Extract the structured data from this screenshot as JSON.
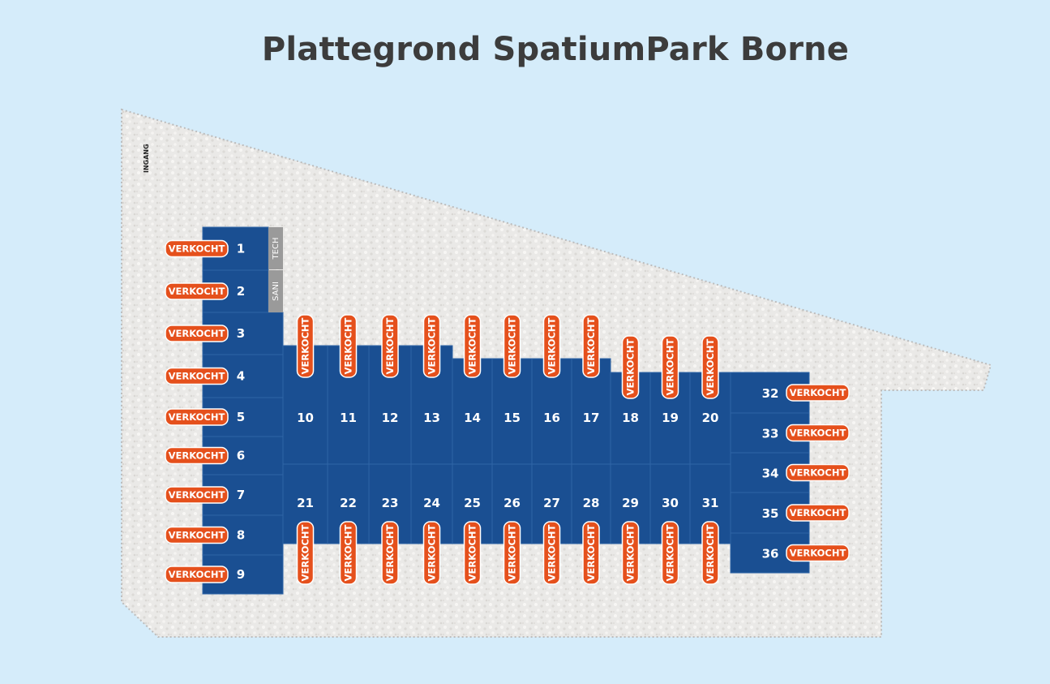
{
  "title": "Plattegrond SpatiumPark Borne",
  "entrance_label": "INGANG",
  "rooms": {
    "tech": "TECH",
    "sani": "SANI"
  },
  "status_label": "VERKOCHT",
  "colors": {
    "background": "#d5ecfa",
    "terrain": "#e9e8e6",
    "unit": "#1a4f92",
    "unit_border": "#2f64a6",
    "badge": "#e5501c",
    "room": "#9a9a9a"
  },
  "units": [
    {
      "number": "1",
      "status": "VERKOCHT"
    },
    {
      "number": "2",
      "status": "VERKOCHT"
    },
    {
      "number": "3",
      "status": "VERKOCHT"
    },
    {
      "number": "4",
      "status": "VERKOCHT"
    },
    {
      "number": "5",
      "status": "VERKOCHT"
    },
    {
      "number": "6",
      "status": "VERKOCHT"
    },
    {
      "number": "7",
      "status": "VERKOCHT"
    },
    {
      "number": "8",
      "status": "VERKOCHT"
    },
    {
      "number": "9",
      "status": "VERKOCHT"
    },
    {
      "number": "10",
      "status": "VERKOCHT"
    },
    {
      "number": "11",
      "status": "VERKOCHT"
    },
    {
      "number": "12",
      "status": "VERKOCHT"
    },
    {
      "number": "13",
      "status": "VERKOCHT"
    },
    {
      "number": "14",
      "status": "VERKOCHT"
    },
    {
      "number": "15",
      "status": "VERKOCHT"
    },
    {
      "number": "16",
      "status": "VERKOCHT"
    },
    {
      "number": "17",
      "status": "VERKOCHT"
    },
    {
      "number": "18",
      "status": "VERKOCHT"
    },
    {
      "number": "19",
      "status": "VERKOCHT"
    },
    {
      "number": "20",
      "status": "VERKOCHT"
    },
    {
      "number": "21",
      "status": "VERKOCHT"
    },
    {
      "number": "22",
      "status": "VERKOCHT"
    },
    {
      "number": "23",
      "status": "VERKOCHT"
    },
    {
      "number": "24",
      "status": "VERKOCHT"
    },
    {
      "number": "25",
      "status": "VERKOCHT"
    },
    {
      "number": "26",
      "status": "VERKOCHT"
    },
    {
      "number": "27",
      "status": "VERKOCHT"
    },
    {
      "number": "28",
      "status": "VERKOCHT"
    },
    {
      "number": "29",
      "status": "VERKOCHT"
    },
    {
      "number": "30",
      "status": "VERKOCHT"
    },
    {
      "number": "31",
      "status": "VERKOCHT"
    },
    {
      "number": "32",
      "status": "VERKOCHT"
    },
    {
      "number": "33",
      "status": "VERKOCHT"
    },
    {
      "number": "34",
      "status": "VERKOCHT"
    },
    {
      "number": "35",
      "status": "VERKOCHT"
    },
    {
      "number": "36",
      "status": "VERKOCHT"
    }
  ]
}
